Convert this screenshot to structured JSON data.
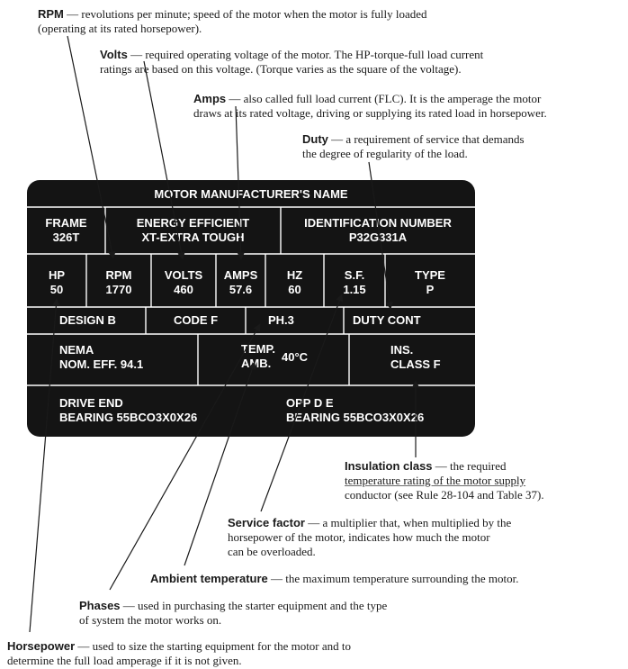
{
  "annotations": {
    "rpm": {
      "term": "RPM",
      "lines": [
        "— revolutions per minute; speed of the motor when the motor is fully loaded",
        "(operating at its rated horsepower)."
      ]
    },
    "volts": {
      "term": "Volts",
      "lines": [
        "— required operating voltage of the motor. The HP-torque-full load current",
        "ratings are based on this voltage. (Torque varies as the square of the voltage)."
      ]
    },
    "amps": {
      "term": "Amps",
      "lines": [
        "— also called full load current (FLC). It is the amperage the motor",
        "draws at its rated voltage, driving or supplying its rated load in horsepower."
      ]
    },
    "duty": {
      "term": "Duty",
      "lines": [
        "— a requirement of service that demands",
        "the degree of regularity of the load."
      ]
    },
    "insulation": {
      "term": "Insulation class",
      "lines": [
        "— the required",
        "temperature rating of the motor supply",
        "conductor (see Rule 28-104 and Table 37)."
      ]
    },
    "service_factor": {
      "term": "Service factor",
      "lines": [
        "— a multiplier that, when multiplied by the",
        "horsepower of the motor, indicates how much the motor",
        "can be overloaded."
      ]
    },
    "ambient": {
      "term": "Ambient temperature",
      "lines": [
        "— the maximum temperature surrounding the motor."
      ]
    },
    "phases": {
      "term": "Phases",
      "lines": [
        "— used in purchasing the starter equipment and the type",
        "of system the motor works on."
      ]
    },
    "horsepower": {
      "term": "Horsepower",
      "lines": [
        "— used to size the starting equipment for the motor and to",
        "determine the full load amperage if it is not given."
      ]
    }
  },
  "nameplate": {
    "title": "MOTOR MANUFACTURER'S NAME",
    "frame_label": "FRAME",
    "frame_value": "326T",
    "energy_line1": "ENERGY EFFICIENT",
    "energy_line2": "XT-EXTRA TOUGH",
    "id_label": "IDENTIFICATION NUMBER",
    "id_value": "P32G331A",
    "ratings": [
      {
        "label": "HP",
        "value": "50"
      },
      {
        "label": "RPM",
        "value": "1770"
      },
      {
        "label": "VOLTS",
        "value": "460"
      },
      {
        "label": "AMPS",
        "value": "57.6"
      },
      {
        "label": "HZ",
        "value": "60"
      },
      {
        "label": "S.F.",
        "value": "1.15"
      },
      {
        "label": "TYPE",
        "value": "P"
      }
    ],
    "design": "DESIGN B",
    "code": "CODE F",
    "phase": "PH.3",
    "duty": "DUTY CONT",
    "nema_line1": "NEMA",
    "nema_line2": "NOM. EFF. 94.1",
    "temp_line1": "TEMP.",
    "temp_line2": "AMB.",
    "temp_value": "40°C",
    "ins_line1": "INS.",
    "ins_line2": "CLASS F",
    "drive_line1": "DRIVE END",
    "drive_line2": "BEARING 55BCO3X0X26",
    "opp_line1": "OPP D E",
    "opp_line2": "BEARING 55BCO3X0X26"
  },
  "colors": {
    "plate": "#141414",
    "plate_text": "#ffffff",
    "ink": "#1a1a1a",
    "faded_ink": "#7fa0b8"
  }
}
